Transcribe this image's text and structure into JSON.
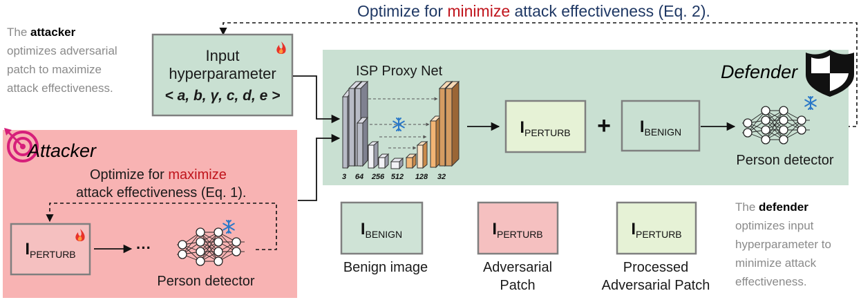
{
  "top_objective": {
    "prefix": "Optimize for ",
    "highlight": "minimize",
    "suffix": " attack effectiveness (Eq. 2)."
  },
  "attacker_note": {
    "line1_prefix": "The ",
    "line1_bold": "attacker",
    "line2": "optimizes adversarial",
    "line3": "patch to maximize",
    "line4": "attack effectiveness."
  },
  "input_box": {
    "line1": "Input",
    "line2": "hyperparameter",
    "params": "< a, b, γ, c, d, e >"
  },
  "isp": {
    "title": "ISP Proxy Net",
    "channels": [
      "3",
      "64",
      "256",
      "512",
      "128",
      "32"
    ]
  },
  "defender_label": "Defender",
  "pipeline": {
    "perturb_main": "I",
    "perturb_sub": "PERTURB",
    "plus": "+",
    "benign_main": "I",
    "benign_sub": "BENIGN",
    "detector_label": "Person detector"
  },
  "attacker_panel": {
    "title": "Attacker",
    "objective_prefix": "Optimize for ",
    "objective_highlight": "maximize",
    "objective_line2": "attack effectiveness (Eq. 1).",
    "perturb_main": "I",
    "perturb_sub": "PERTURB",
    "ellipsis": "···",
    "detector_label": "Person detector"
  },
  "legend": [
    {
      "main": "I",
      "sub": "BENIGN",
      "caption1": "Benign image",
      "caption2": ""
    },
    {
      "main": "I",
      "sub": "PERTURB",
      "caption1": "Adversarial",
      "caption2": "Patch"
    },
    {
      "main": "I",
      "sub": "PERTURB",
      "caption1": "Processed",
      "caption2": "Adversarial Patch"
    }
  ],
  "defender_note": {
    "line1_prefix": "The ",
    "line1_bold": "defender",
    "line2": "optimizes input",
    "line3": "hyperparameter to",
    "line4": "minimize attack",
    "line5": "effectiveness."
  },
  "colors": {
    "highlight_red": "#c0141c",
    "title_navy": "#1f3864",
    "attacker_panel": "#f8b3b3",
    "defender_panel": "#c9e0d2",
    "benign_box": "#cfe3d6",
    "perturb_box": "#f5c0c0",
    "processed_box": "#e6f2d6",
    "gray_text": "#8a8a8a",
    "target_magenta": "#d61f7a"
  },
  "icons": [
    "fire-icon",
    "snowflake-icon",
    "shield-icon",
    "target-icon",
    "neural-network-icon"
  ]
}
